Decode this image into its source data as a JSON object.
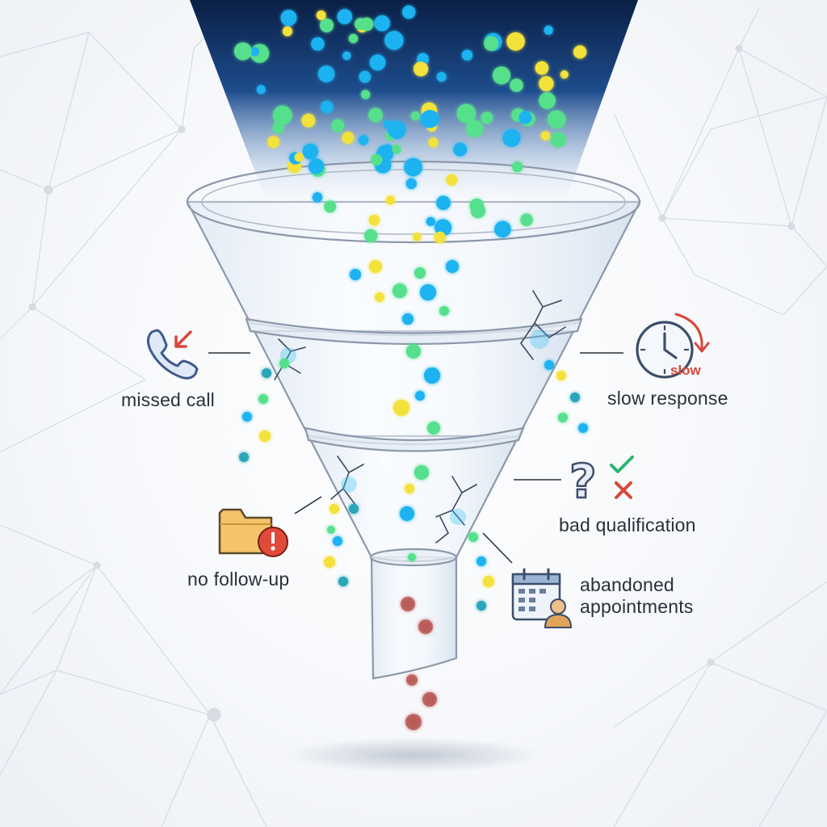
{
  "labels": {
    "missed_call": "missed call",
    "slow_response": "slow response",
    "slow_badge": "slow",
    "bad_qualification": "bad qualification",
    "no_follow_up": "no follow-up",
    "abandoned_line1": "abandoned",
    "abandoned_line2": "appointments"
  },
  "icons": {
    "missed_call": "phone-missed-call-icon",
    "slow_response": "clock-icon",
    "bad_qualification": "question-check-cross-icon",
    "no_follow_up": "folder-warning-icon",
    "abandoned_appointments": "calendar-person-icon"
  },
  "colors": {
    "lead_blue": "#1fb3f0",
    "lead_yellow": "#f2e23a",
    "lead_green": "#56e08c",
    "lead_teal": "#2aa6b8",
    "lead_lost": "#b5524e",
    "beam": "#0c2a5a",
    "alert_red": "#d9473a",
    "check_green": "#2bb673",
    "icon_blue": "#3d5a8a"
  }
}
